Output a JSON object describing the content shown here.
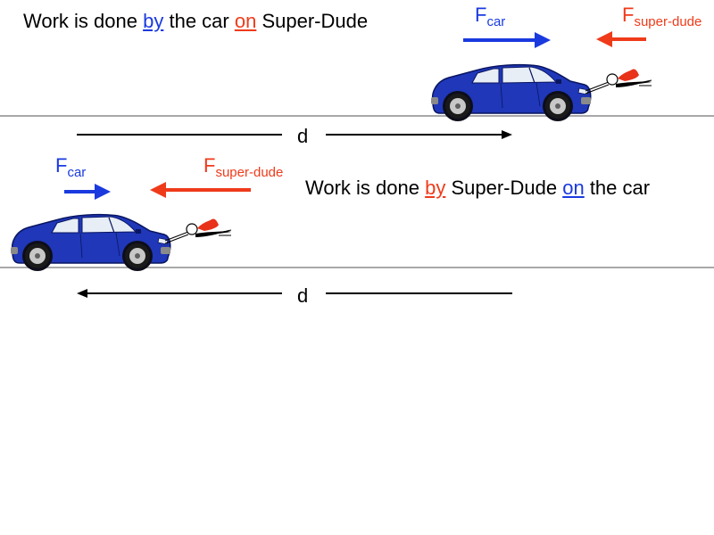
{
  "scene1": {
    "caption": {
      "t1": "Work is done ",
      "by": "by",
      "t2": " the car ",
      "on": "on",
      "t3": " Super-Dude"
    },
    "force_car": {
      "main": "F",
      "sub": "car"
    },
    "force_super": {
      "main": "F",
      "sub": "super-dude"
    },
    "displacement": "d",
    "displacement_direction": "right"
  },
  "scene2": {
    "caption": {
      "t1": "Work is done ",
      "by": "by",
      "t2": " Super-Dude ",
      "on": "on",
      "t3": " the car"
    },
    "force_car": {
      "main": "F",
      "sub": "car"
    },
    "force_super": {
      "main": "F",
      "sub": "super-dude"
    },
    "displacement": "d",
    "displacement_direction": "left"
  },
  "colors": {
    "car_body": "#1f37b8",
    "force_car": "#1a3adf",
    "force_super": "#ef3b1a",
    "cape": "#e8321a",
    "road": "#a8a8a8"
  }
}
